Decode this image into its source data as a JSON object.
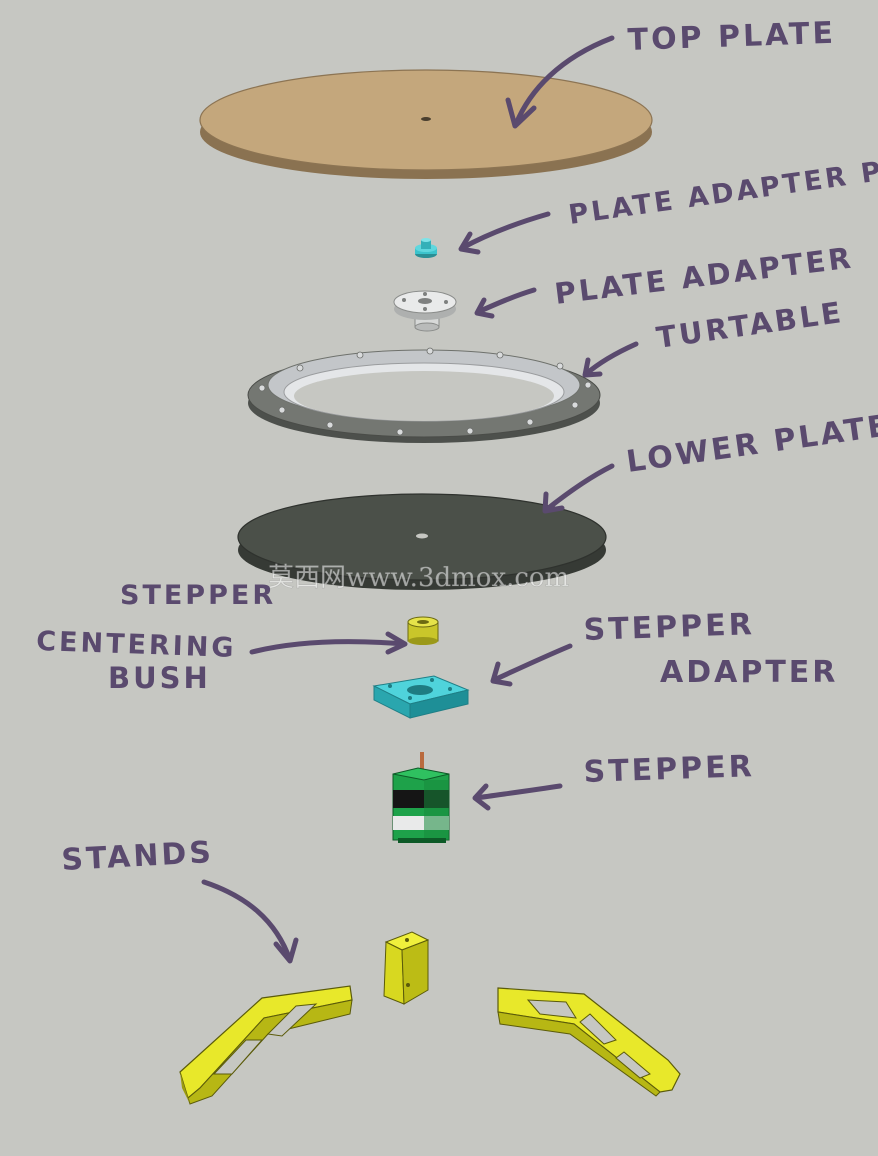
{
  "labels": {
    "top_plate": "TOP PLATE",
    "plate_adapter_pin": "PLATE ADAPTER PIN",
    "plate_adapter": "PLATE ADAPTER",
    "turntable": "TURTABLE",
    "lower_plate": "LOWER PLATE",
    "centering_bush_1": "STEPPER",
    "centering_bush_2": "CENTERING",
    "centering_bush_3": "BUSH",
    "stepper_adapter_1": "STEPPER",
    "stepper_adapter_2": "ADAPTER",
    "stepper": "STEPPER",
    "stands": "STANDS"
  },
  "watermark": "莫西网www.3dmox.com",
  "colors": {
    "background": "#c6c7c2",
    "annotation": "#5a4a6e",
    "top_plate": "#c4a77c",
    "lower_plate": "#4b5049",
    "turntable_ring": "#6e716c",
    "adapter_cyan": "#3bc3cc",
    "stand_yellow": "#e8e82a",
    "stepper_green": "#1ea24a"
  }
}
